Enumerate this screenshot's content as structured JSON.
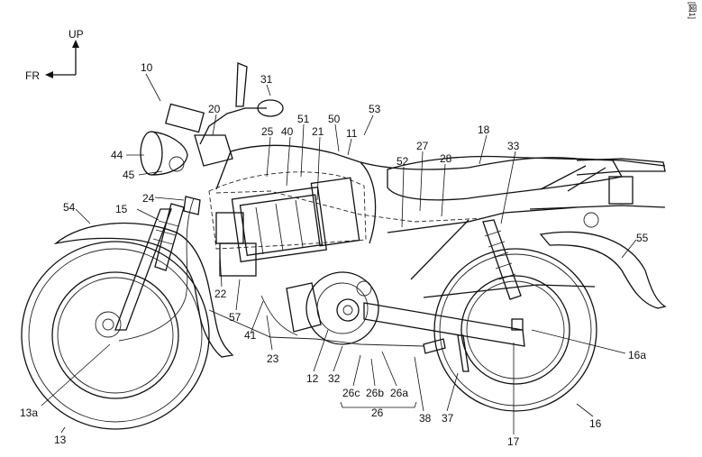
{
  "figure_tag": "[図1]",
  "orientation": {
    "up_label": "UP",
    "front_label": "FR"
  },
  "labels": {
    "l10": "10",
    "l31": "31",
    "l53": "53",
    "l20": "20",
    "l51": "51",
    "l50": "50",
    "l11": "11",
    "l18": "18",
    "l25": "25",
    "l40": "40",
    "l21": "21",
    "l27": "27",
    "l33": "33",
    "l44": "44",
    "l52": "52",
    "l28": "28",
    "l45": "45",
    "l24": "24",
    "l54": "54",
    "l15": "15",
    "l55": "55",
    "l22": "22",
    "l57": "57",
    "l41": "41",
    "l23": "23",
    "l16a": "16a",
    "l12": "12",
    "l32": "32",
    "l26c": "26c",
    "l26b": "26b",
    "l26a": "26a",
    "l26": "26",
    "l38": "38",
    "l37": "37",
    "l13a": "13a",
    "l16": "16",
    "l13": "13",
    "l17": "17"
  }
}
